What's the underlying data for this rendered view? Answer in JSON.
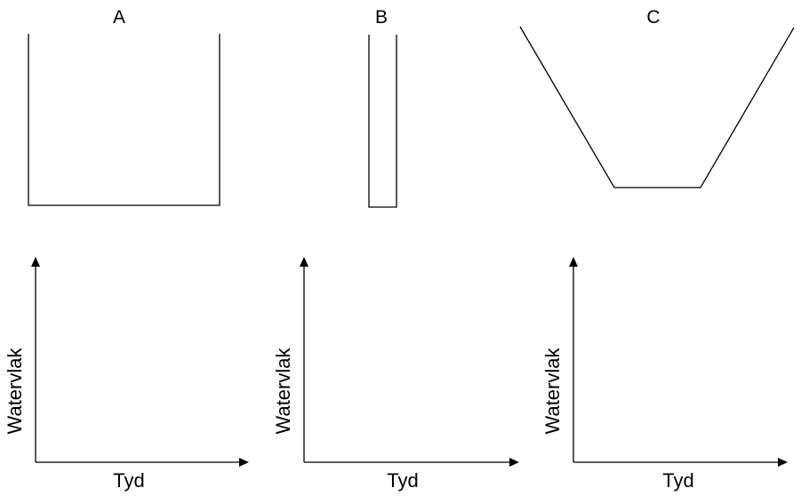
{
  "containers": [
    {
      "label": "A",
      "shape": "wide-rectangle"
    },
    {
      "label": "B",
      "shape": "narrow-rectangle"
    },
    {
      "label": "C",
      "shape": "trapezoid"
    }
  ],
  "graphs": [
    {
      "ylabel": "Watervlak",
      "xlabel": "Tyd"
    },
    {
      "ylabel": "Watervlak",
      "xlabel": "Tyd"
    },
    {
      "ylabel": "Watervlak",
      "xlabel": "Tyd"
    }
  ],
  "colors": {
    "line": "#000000",
    "background": "#ffffff"
  }
}
